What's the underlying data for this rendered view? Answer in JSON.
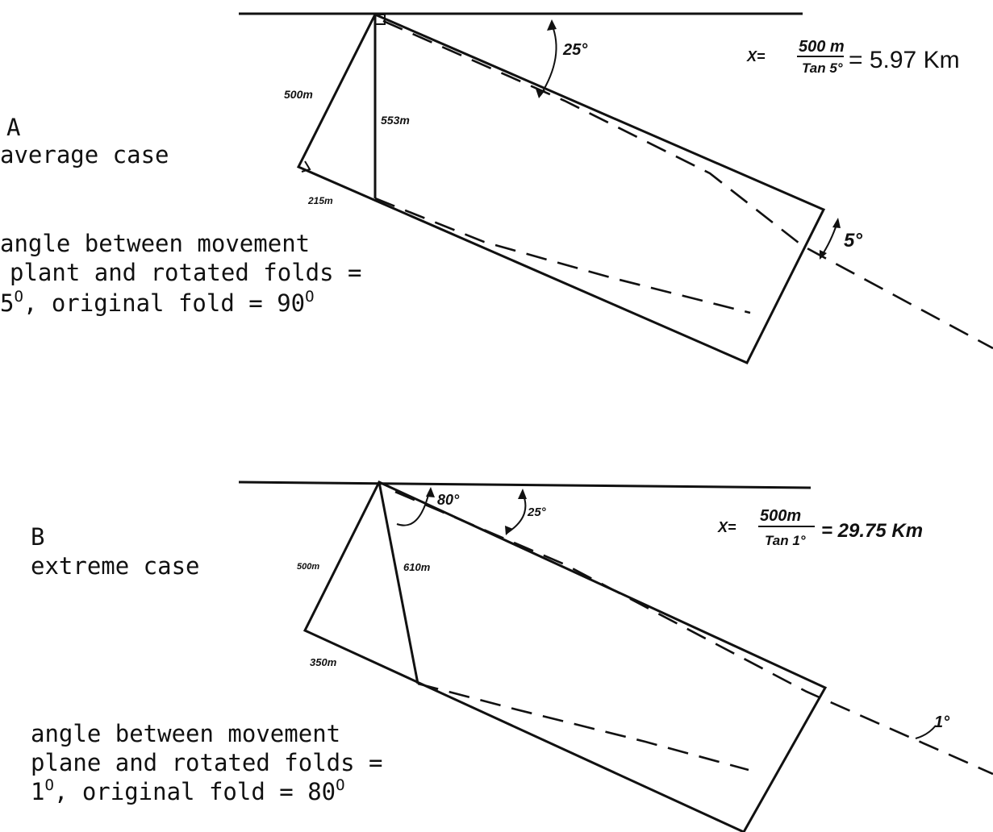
{
  "panel_a": {
    "letter": "A",
    "case_label": "average case",
    "desc_line1": "angle between movement",
    "desc_line2": "plant and rotated folds =",
    "desc_line3_value": "5",
    "desc_line3_sup1": "O",
    "desc_line3_mid": ", original fold = 90",
    "desc_line3_sup2": "O",
    "dim_hyp": "500m",
    "dim_vert": "553m",
    "dim_base": "215m",
    "angle_top": "25°",
    "angle_right": "5°",
    "formula_x": "X=",
    "formula_num": "500 m",
    "formula_den": "Tan 5°",
    "formula_result": "= 5.97 Km"
  },
  "panel_b": {
    "letter": "B",
    "case_label": "extreme case",
    "desc_line1": "angle between movement",
    "desc_line2": "plane and rotated folds =",
    "desc_line3_value": "1",
    "desc_line3_sup1": "O",
    "desc_line3_mid": ", original fold = 80",
    "desc_line3_sup2": "O",
    "dim_hyp": "500m",
    "dim_vert": "610m",
    "dim_base": "350m",
    "angle_80": "80°",
    "angle_top": "25°",
    "angle_right": "1°",
    "formula_x": "X=",
    "formula_num": "500m",
    "formula_den": "Tan 1°",
    "formula_result": "= 29.75 Km"
  }
}
